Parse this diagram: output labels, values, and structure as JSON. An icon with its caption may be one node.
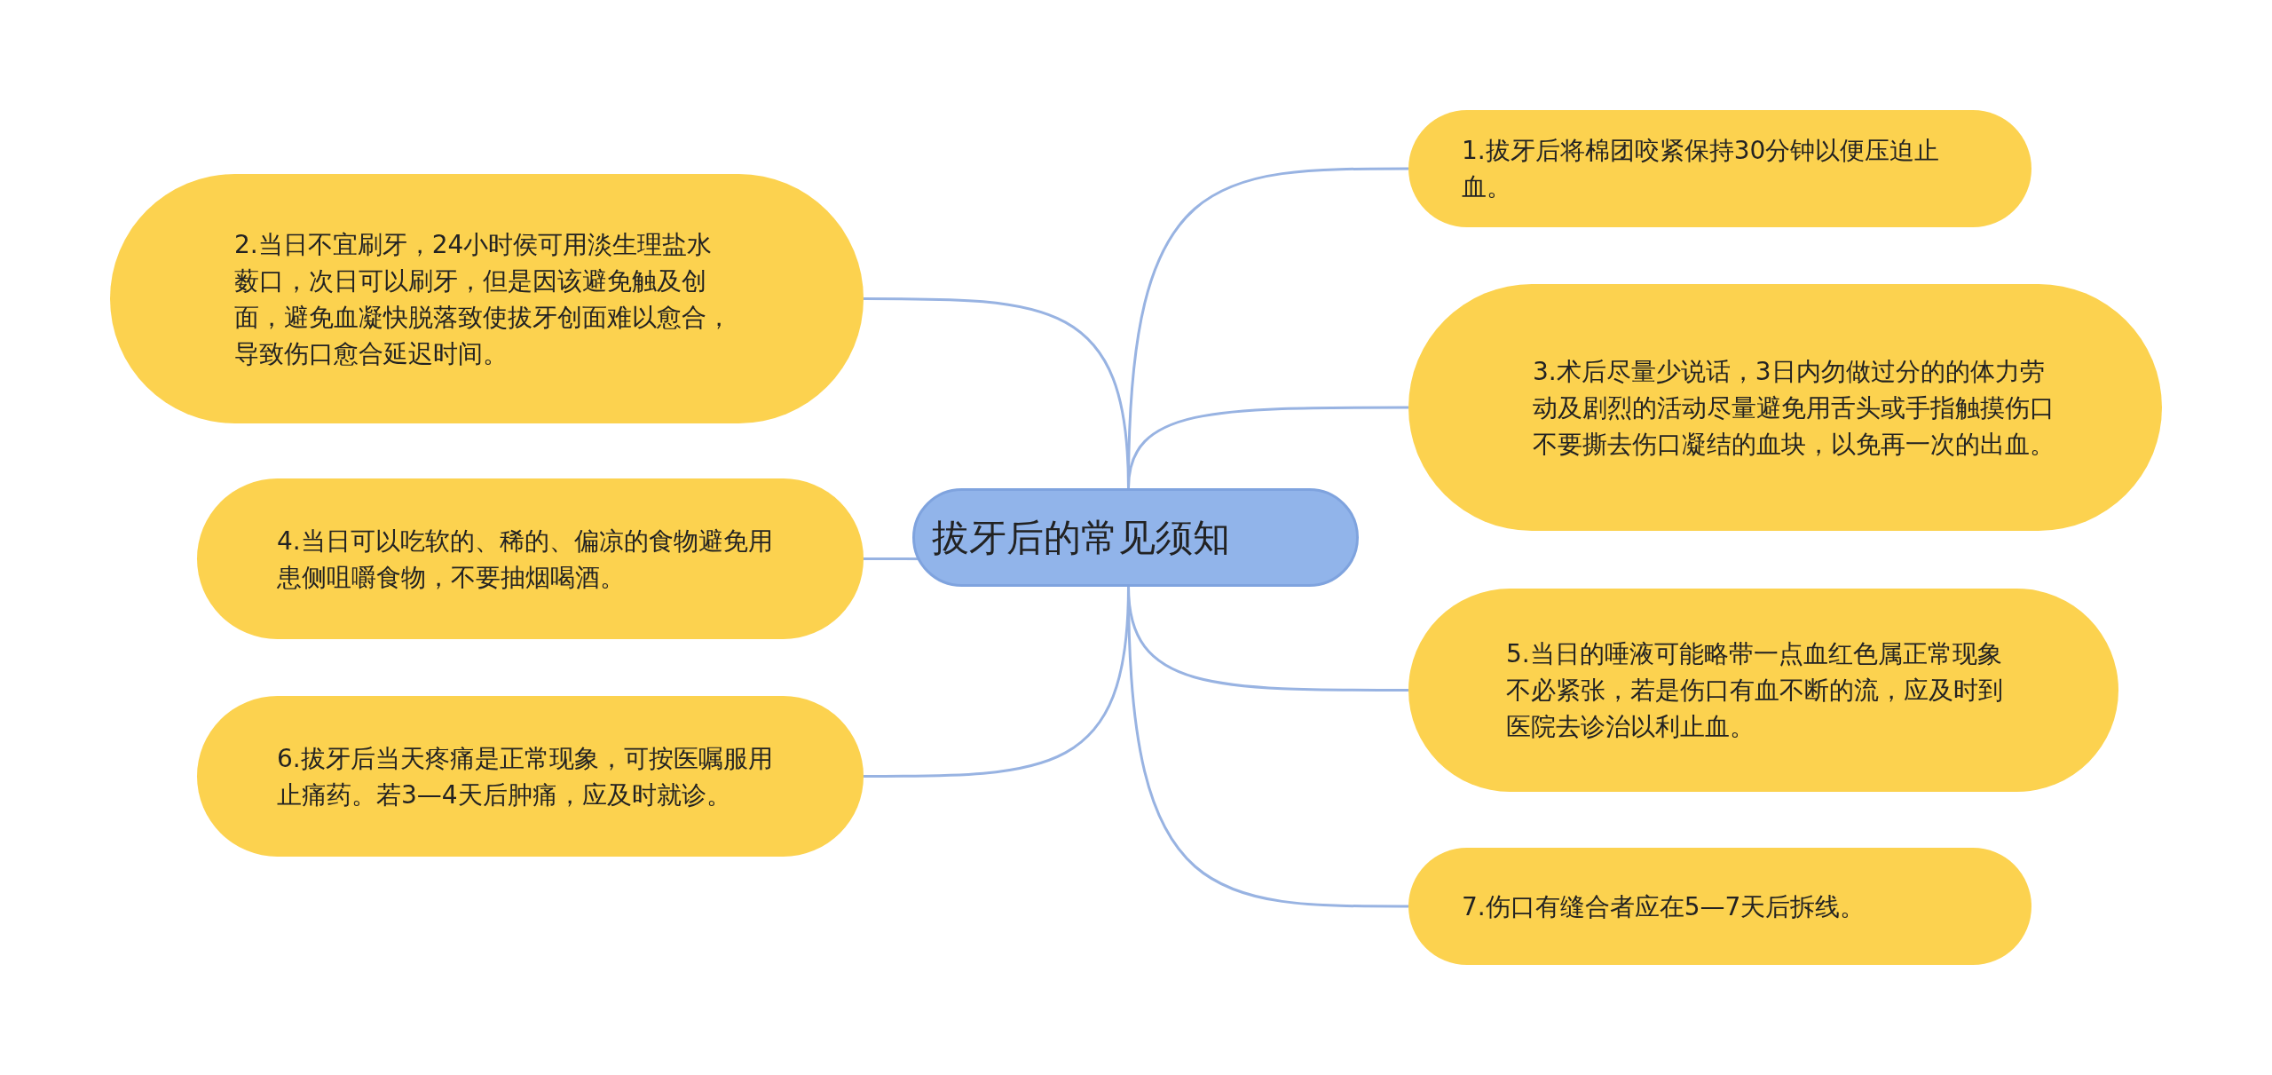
{
  "diagram": {
    "nodes": [
      {
        "text": [
          "拔牙后的常见须知"
        ]
      },
      {
        "text": [
          "1.拔牙后将棉团咬紧保持30分钟以便压迫止血。"
        ]
      },
      {
        "text": [
          "2.当日不宜刷牙，24小时侯可用淡生理盐水薮口，次日可以刷牙，但是因该避免触及创面，避免血凝快脱落致使拔牙创面难以愈合，导致伤口愈合延迟时间。"
        ]
      },
      {
        "text": [
          "3.术后尽量少说话，3日内勿做过分的的体力劳动及剧烈的活动尽量避免用舌头或手指触摸伤口不要撕去伤口凝结的血块，以免再一次的出血。"
        ]
      },
      {
        "text": [
          "4.当日可以吃软的、稀的、偏凉的食物避免用患侧咀嚼食物，不要抽烟喝酒。"
        ]
      },
      {
        "text": [
          "5.当日的唾液可能略带一点血红色属正常现象不必紧张，若是伤口有血不断的流，应及时到医院去诊治以利止血。"
        ]
      },
      {
        "text": [
          "6.拔牙后当天疼痛是正常现象，可按医嘱服用止痛药。若3—4天后肿痛，应及时就诊。"
        ]
      },
      {
        "text": [
          "7.伤口有缝合者应在5—7天后拆线。"
        ]
      }
    ],
    "edges": [
      {
        "from": 0,
        "to": 1,
        "arrow": "none"
      },
      {
        "from": 0,
        "to": 2,
        "arrow": "none"
      },
      {
        "from": 0,
        "to": 3,
        "arrow": "none"
      },
      {
        "from": 0,
        "to": 4,
        "arrow": "none"
      },
      {
        "from": 0,
        "to": 5,
        "arrow": "none"
      },
      {
        "from": 0,
        "to": 6,
        "arrow": "none"
      },
      {
        "from": 0,
        "to": 7,
        "arrow": "none"
      }
    ]
  }
}
